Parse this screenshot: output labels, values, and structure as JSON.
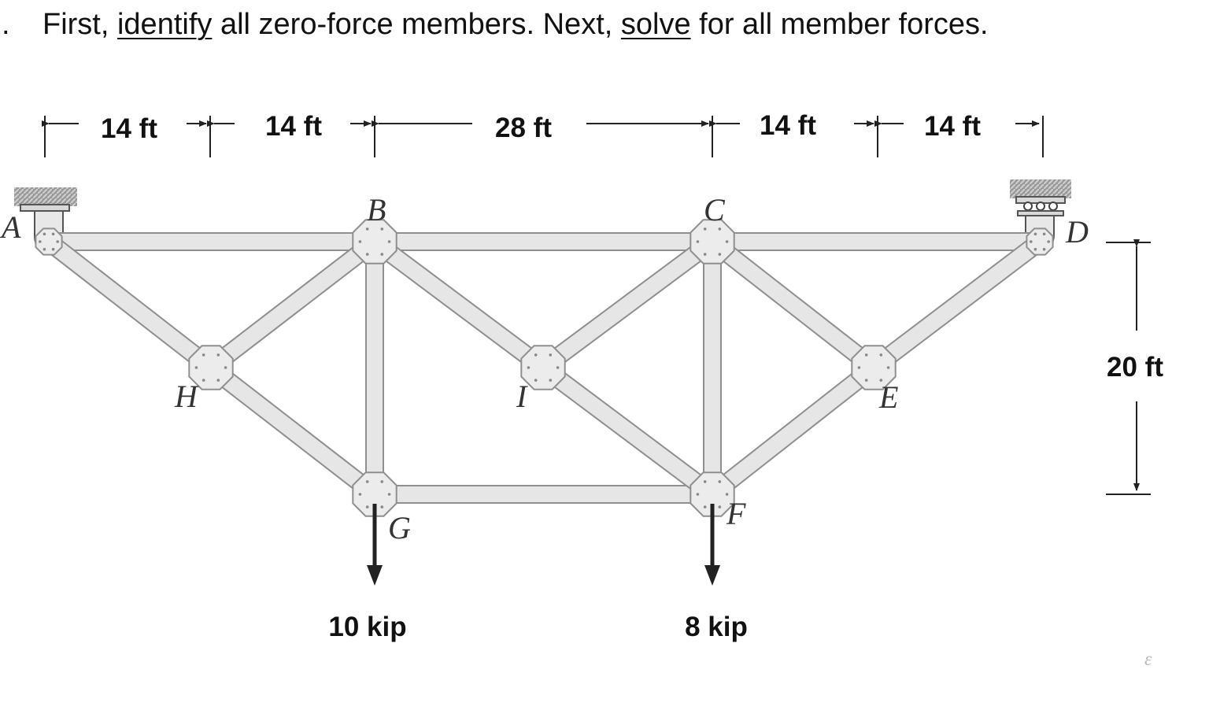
{
  "prompt": {
    "bullet": ".",
    "parts": [
      {
        "text": "First, ",
        "underline": false
      },
      {
        "text": "identify",
        "underline": true
      },
      {
        "text": " all zero-force members. Next, ",
        "underline": false
      },
      {
        "text": "solve",
        "underline": true
      },
      {
        "text": " for all member forces.",
        "underline": false
      }
    ]
  },
  "dimensions": {
    "spans": [
      "14 ft",
      "14 ft",
      "28 ft",
      "14 ft",
      "14 ft"
    ],
    "height": "20 ft"
  },
  "nodes": [
    "A",
    "B",
    "C",
    "D",
    "E",
    "F",
    "G",
    "H",
    "I"
  ],
  "loads": [
    {
      "node": "G",
      "label": "10 kip"
    },
    {
      "node": "F",
      "label": "8 kip"
    }
  ],
  "colors": {
    "member_fill": "#e6e6e6",
    "member_edge": "#8f8f8f",
    "text": "#111111"
  }
}
